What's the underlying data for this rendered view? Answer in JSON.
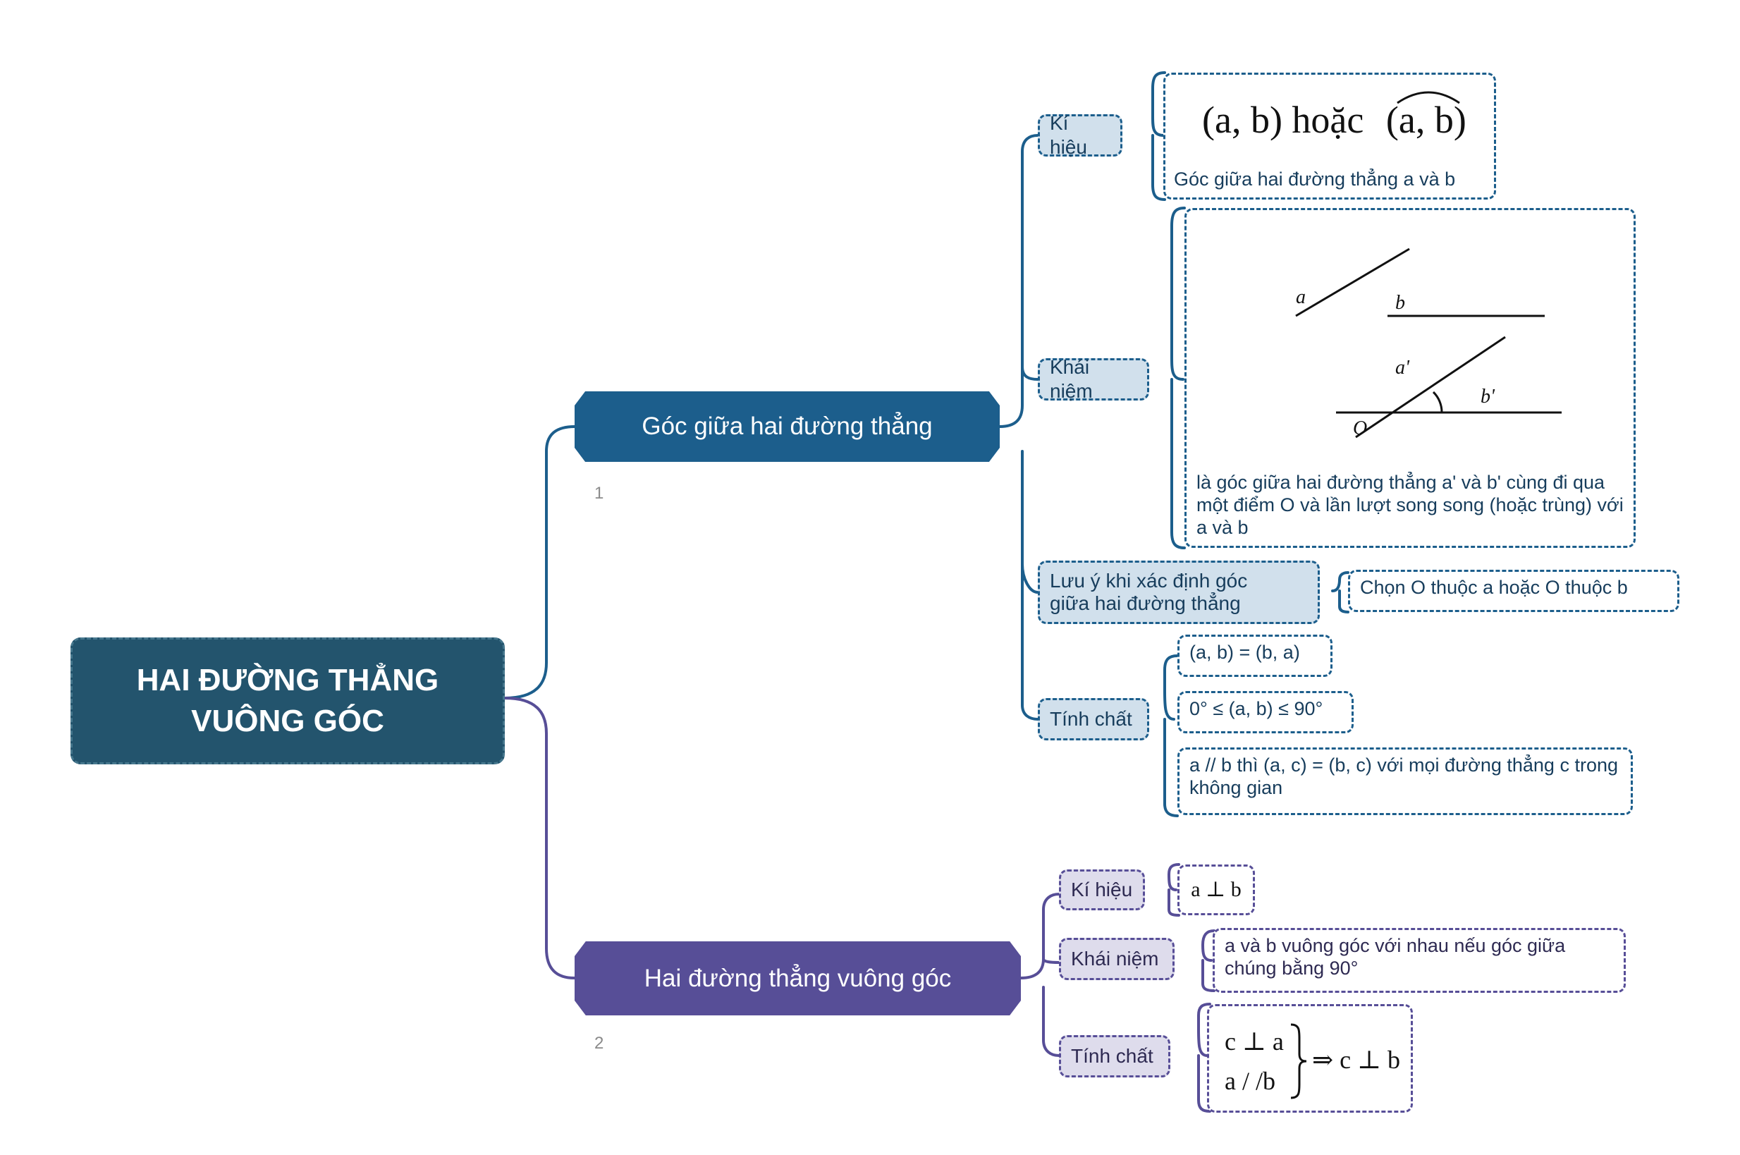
{
  "root": {
    "title_line1": "HAI ĐƯỜNG THẲNG",
    "title_line2": "VUÔNG GÓC"
  },
  "branch1": {
    "title": "Góc giữa hai đường thẳng",
    "number": "1",
    "ki_hieu": {
      "label": "Kí hiệu",
      "formula_left": "(a, b) hoặc",
      "formula_right": "(a, b)",
      "caption": "Góc giữa hai đường thẳng a và b"
    },
    "khai_niem": {
      "label": "Khái niệm",
      "fig_a": "a",
      "fig_b": "b",
      "fig_a_prime": "a'",
      "fig_b_prime": "b'",
      "fig_o": "O",
      "text": "là góc giữa hai đường thẳng a' và b' cùng đi qua một điểm O và lần lượt song song (hoặc trùng) với a và b"
    },
    "luu_y": {
      "label_line1": "Lưu ý khi xác định góc",
      "label_line2": "giữa hai đường thẳng",
      "text": "Chọn O thuộc a hoặc O thuộc b"
    },
    "tinh_chat": {
      "label": "Tính chất",
      "items": [
        "(a, b) = (b, a)",
        "0° ≤ (a, b) ≤ 90°",
        "a // b thì (a, c) = (b, c) với mọi đường thẳng c trong không gian"
      ]
    }
  },
  "branch2": {
    "title": "Hai đường thẳng vuông góc",
    "number": "2",
    "ki_hieu": {
      "label": "Kí hiệu",
      "formula": "a ⊥ b"
    },
    "khai_niem": {
      "label": "Khái niệm",
      "text": "a và b vuông góc với nhau nếu góc giữa chúng bằng 90°"
    },
    "tinh_chat": {
      "label": "Tính chất",
      "line1": "c ⊥ a",
      "line2": "a / /b",
      "result": "⇒ c ⊥ b"
    }
  },
  "colors": {
    "root": "#23546d",
    "branch1": "#1c5e8c",
    "branch2": "#574e97",
    "label1_bg": "#d1e0ec",
    "label2_bg": "#dedcec"
  }
}
